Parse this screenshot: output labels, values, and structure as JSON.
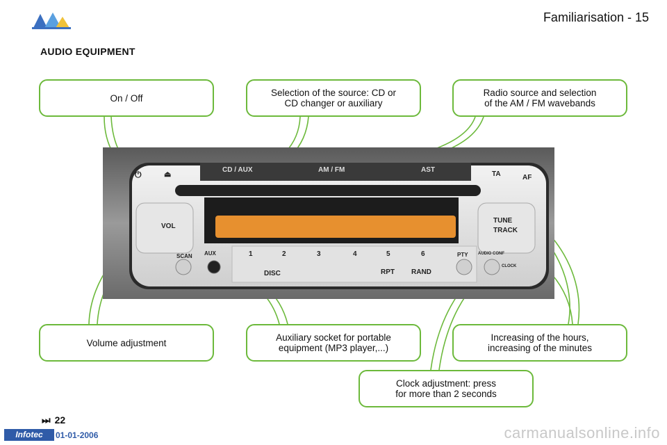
{
  "header": {
    "title": "Familiarisation - 15"
  },
  "section_title": "AUDIO EQUIPMENT",
  "callouts": {
    "on_off": "On / Off",
    "source": "Selection of the source: CD or\nCD changer or auxiliary",
    "radio_source": "Radio source and selection\nof the AM / FM wavebands",
    "volume": "Volume adjustment",
    "aux_socket": "Auxiliary socket for portable\nequipment (MP3 player,...)",
    "increase": "Increasing of the hours,\nincreasing of the minutes",
    "clock": "Clock adjustment: press\nfor more than 2 seconds"
  },
  "radio": {
    "labels": {
      "cd_aux": "CD / AUX",
      "am_fm": "AM / FM",
      "ast": "AST",
      "ta": "TA",
      "af": "AF",
      "vol": "VOL",
      "scan": "SCAN",
      "aux": "AUX",
      "pty": "PTY",
      "tune": "TUNE",
      "track": "TRACK",
      "audio_conf": "AUDIO CONF",
      "clock": "CLOCK",
      "disc": "DISC",
      "rpt": "RPT",
      "rand": "RAND"
    },
    "presets": [
      "1",
      "2",
      "3",
      "4",
      "5",
      "6"
    ]
  },
  "page_ref": "22",
  "footer": {
    "brand": "Infotec",
    "date": "01-01-2006",
    "watermark": "carmanualsonline.info"
  },
  "colors": {
    "accent": "#6cb93b",
    "display": "#e7902f",
    "brand": "#2f5ba8"
  }
}
